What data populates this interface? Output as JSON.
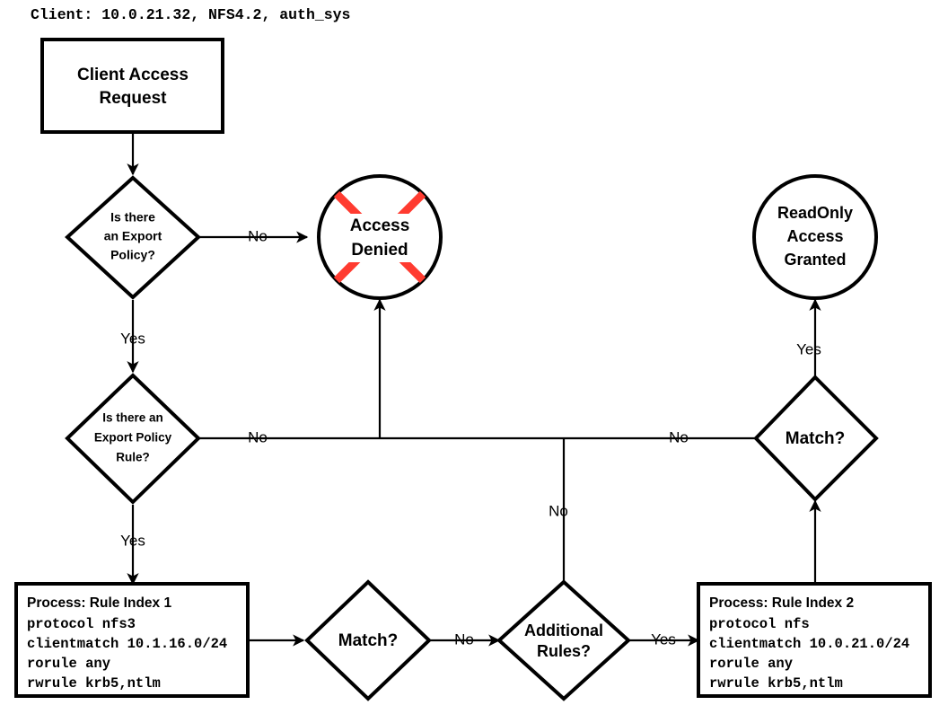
{
  "header": {
    "text": "Client: 10.0.21.32, NFS4.2, auth_sys"
  },
  "colors": {
    "denied": "#ff3b30",
    "granted": "#00cc22",
    "stroke": "#000000",
    "background": "#ffffff"
  },
  "nodes": {
    "start": {
      "kind": "process-box",
      "lines": [
        "Client Access",
        "Request"
      ]
    },
    "decision_policy": {
      "kind": "diamond",
      "lines": [
        "Is there",
        "an Export",
        "Policy?"
      ]
    },
    "access_denied": {
      "kind": "circle-denied",
      "lines": [
        "Access",
        "Denied"
      ]
    },
    "readonly_granted": {
      "kind": "circle-granted",
      "lines": [
        "ReadOnly",
        "Access",
        "Granted"
      ]
    },
    "decision_rule": {
      "kind": "diamond",
      "lines": [
        "Is there an",
        "Export Policy",
        "Rule?"
      ]
    },
    "match_right": {
      "kind": "diamond",
      "lines": [
        "Match?"
      ]
    },
    "match_bottom": {
      "kind": "diamond",
      "lines": [
        "Match?"
      ]
    },
    "additional_rules": {
      "kind": "diamond",
      "lines": [
        "Additional",
        "Rules?"
      ]
    },
    "rule_index_1": {
      "kind": "process-box",
      "title": "Process: Rule Index 1",
      "details": [
        "protocol nfs3",
        "clientmatch 10.1.16.0/24",
        "rorule any",
        "rwrule krb5,ntlm"
      ]
    },
    "rule_index_2": {
      "kind": "process-box",
      "title": "Process: Rule Index 2",
      "details": [
        "protocol nfs",
        "clientmatch 10.0.21.0/24",
        "rorule any",
        "rwrule krb5,ntlm"
      ]
    }
  },
  "edges": {
    "policy_no": "No",
    "policy_yes": "Yes",
    "rule_no": "No",
    "rule_yes": "Yes",
    "match_right_no": "No",
    "match_right_yes": "Yes",
    "junction_no": "No",
    "match_bottom_no": "No",
    "additional_rules_yes": "Yes"
  }
}
